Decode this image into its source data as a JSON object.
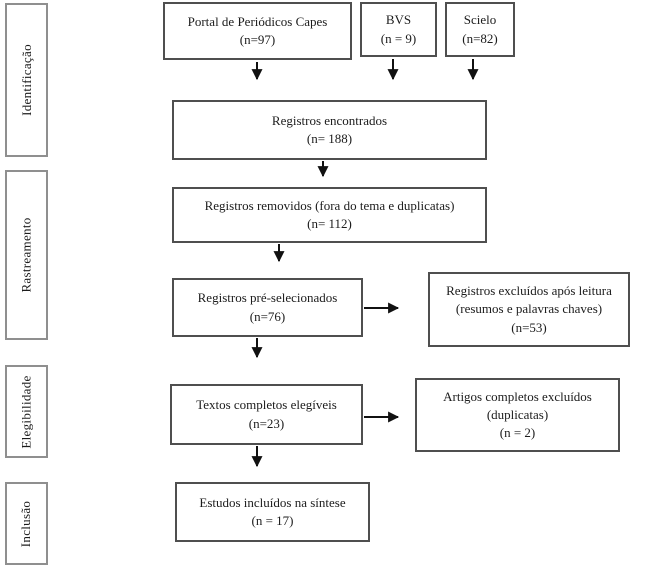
{
  "palette": {
    "background": "#ffffff",
    "box_border": "#4f4f4f",
    "sidebar_border": "#8f8f8f",
    "arrow": "#111111",
    "text": "#1c1c1c"
  },
  "sidebar": {
    "stages": [
      {
        "id": "identificacao",
        "label": "Identificação"
      },
      {
        "id": "rastreamento",
        "label": "Rastreamento"
      },
      {
        "id": "elegibilidade",
        "label": "Elegibilidade"
      },
      {
        "id": "inclusao",
        "label": "Inclusão"
      }
    ]
  },
  "flow": {
    "sources": [
      {
        "id": "capes",
        "title": "Portal de Periódicos Capes",
        "count": "(n=97)"
      },
      {
        "id": "bvs",
        "title": "BVS",
        "count": "(n = 9)"
      },
      {
        "id": "scielo",
        "title": "Scielo",
        "count": "(n=82)"
      }
    ],
    "found": {
      "title": "Registros encontrados",
      "count": "(n= 188)"
    },
    "removed": {
      "title": "Registros removidos (fora do tema e duplicatas)",
      "count": "(n= 112)"
    },
    "preselected": {
      "title": "Registros pré-selecionados",
      "count": "(n=76)"
    },
    "excluded_after_reading": {
      "title": "Registros excluídos após leitura",
      "subtitle": "(resumos e palavras chaves)",
      "count": "(n=53)"
    },
    "full_text": {
      "title": "Textos completos elegíveis",
      "count": "(n=23)"
    },
    "excluded_duplicates": {
      "title": "Artigos completos excluídos",
      "subtitle": "(duplicatas)",
      "count": "(n = 2)"
    },
    "included": {
      "title": "Estudos incluídos na síntese",
      "count": "(n = 17)"
    }
  }
}
